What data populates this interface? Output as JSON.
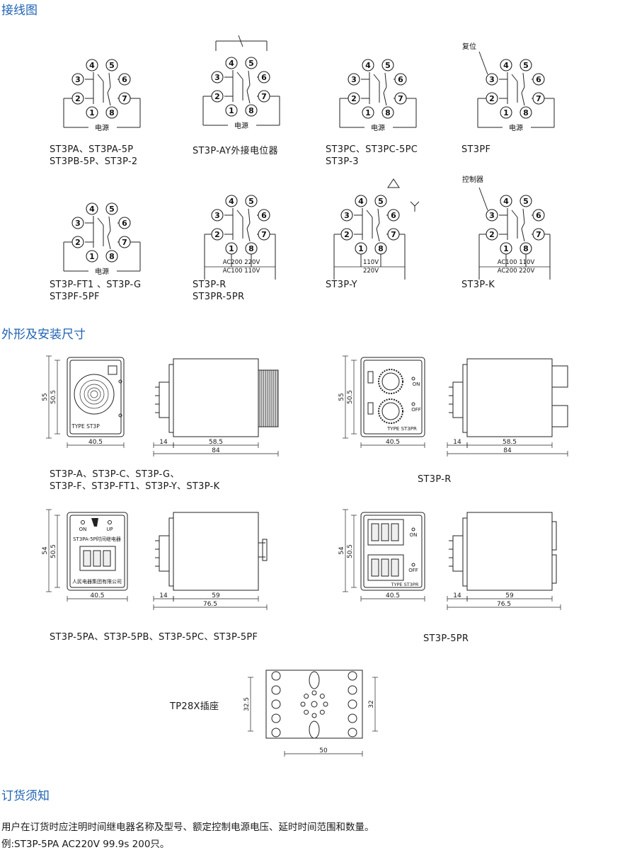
{
  "sections": {
    "wiring": "接线图",
    "dimensions": "外形及安装尺寸",
    "ordering": "订货须知"
  },
  "wiring": {
    "power_label": "电源",
    "pin_numbers": [
      "1",
      "2",
      "3",
      "4",
      "5",
      "6",
      "7",
      "8"
    ],
    "diagrams": [
      {
        "caption": [
          "ST3PA、ST3PA-5P",
          "ST3PB-5P、ST3P-2"
        ]
      },
      {
        "caption": [
          "ST3P-AY外接电位器"
        ]
      },
      {
        "caption": [
          "ST3PC、ST3PC-5PC",
          "ST3P-3"
        ]
      },
      {
        "caption": [
          "ST3PF"
        ],
        "note": "复位"
      },
      {
        "caption": [
          "ST3P-FT1 、ST3P-G",
          "ST3PF-5PF"
        ]
      },
      {
        "caption": [
          "ST3P-R",
          "ST3PR-5PR"
        ],
        "voltages": [
          "AC200 220V",
          "AC100 110V"
        ]
      },
      {
        "caption": [
          "ST3P-Y"
        ],
        "voltages": [
          "110V",
          "220V"
        ]
      },
      {
        "caption": [
          "ST3P-K"
        ],
        "note": "控制器",
        "voltages": [
          "AC100 110V",
          "AC200 220V"
        ]
      }
    ]
  },
  "dimensions": {
    "group1": {
      "caption": [
        "ST3P-A、ST3P-C、ST3P-G、",
        "ST3P-F、ST3P-FT1、ST3P-Y、ST3P-K"
      ],
      "height_outer": "55",
      "height_inner": "50.5",
      "width": "40.5",
      "type_label": "TYPE ST3P",
      "depth_a": "14",
      "depth_b": "58.5",
      "depth_total": "84"
    },
    "group2": {
      "caption": [
        "ST3P-R"
      ],
      "height_outer": "55",
      "height_inner": "50.5",
      "width": "40.5",
      "type_label": "TYPE ST3PR",
      "on": "ON",
      "off": "OFF",
      "depth_a": "14",
      "depth_b": "58.5",
      "depth_total": "84"
    },
    "group3": {
      "caption": [
        "ST3P-5PA、ST3P-5PB、ST3P-5PC、ST3P-5PF"
      ],
      "height_outer": "54",
      "height_inner": "50.5",
      "width": "40.5",
      "on": "ON",
      "up": "UP",
      "model_text": "ST3PA-5P时间继电器",
      "maker": "人民电器集团有限公司",
      "depth_a": "14",
      "depth_b": "59",
      "depth_total": "76.5"
    },
    "group4": {
      "caption": [
        "ST3P-5PR"
      ],
      "height_outer": "54",
      "height_inner": "50.5",
      "width": "40.5",
      "type_label": "TYPE ST3PR",
      "on": "ON",
      "off": "OFF",
      "depth_a": "14",
      "depth_b": "59",
      "depth_total": "76.5"
    },
    "socket": {
      "caption": "TP28X插座",
      "h_outer": "32.5",
      "h_inner": "32",
      "width": "50"
    }
  },
  "ordering": {
    "line1": "用户在订货时应注明时间继电器名称及型号、额定控制电源电压、延时时间范围和数量。",
    "line2": "例:ST3P-5PA  AC220V  99.9s  200只。"
  }
}
